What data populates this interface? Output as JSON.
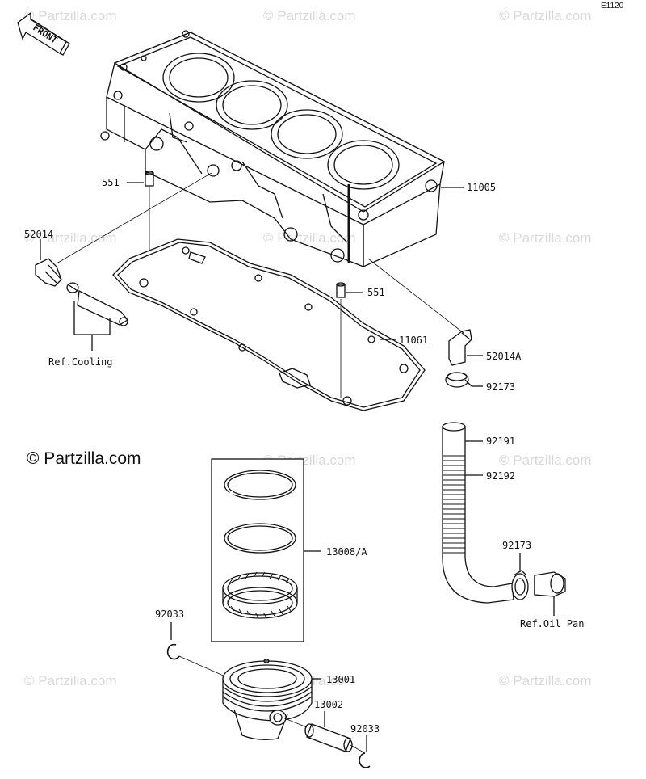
{
  "diagram_code": "E1120",
  "copyright": "© Partzilla.com",
  "watermark": "© Partzilla.com",
  "front_arrow_label": "FRONT",
  "parts": {
    "cylinder": "11005",
    "dowel_upper": "551",
    "dowel_lower": "551",
    "fitting_left": "52014",
    "ref_cooling": "Ref.Cooling",
    "gasket": "11061",
    "fitting_right": "52014A",
    "clamp_upper": "92173",
    "hose_end": "92191",
    "hose": "92192",
    "clamp_lower": "92173",
    "ref_oil_pan": "Ref.Oil Pan",
    "ring_set": "13008/A",
    "circlip_left": "92033",
    "piston": "13001",
    "piston_pin": "13002",
    "circlip_right": "92033"
  },
  "colors": {
    "line": "#111111",
    "watermark": "#d8d8d8",
    "background": "#ffffff"
  }
}
